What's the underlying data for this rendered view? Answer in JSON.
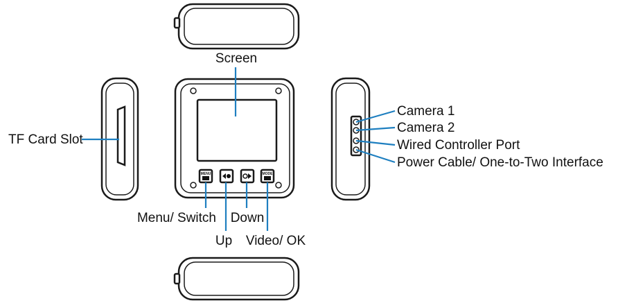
{
  "labels": {
    "screen": "Screen",
    "tf_card_slot": "TF Card Slot",
    "camera_1": "Camera 1",
    "camera_2": "Camera 2",
    "wired_controller_port": "Wired Controller Port",
    "power_cable": "Power Cable/ One-to-Two Interface",
    "menu_switch": "Menu/ Switch",
    "up": "Up",
    "down": "Down",
    "video_ok": "Video/ OK"
  },
  "button_icons": {
    "menu_text": "MENU",
    "mode_text": "MODE"
  },
  "colors": {
    "leader_line": "#1e7fc0",
    "outline": "#1a1a1a"
  }
}
